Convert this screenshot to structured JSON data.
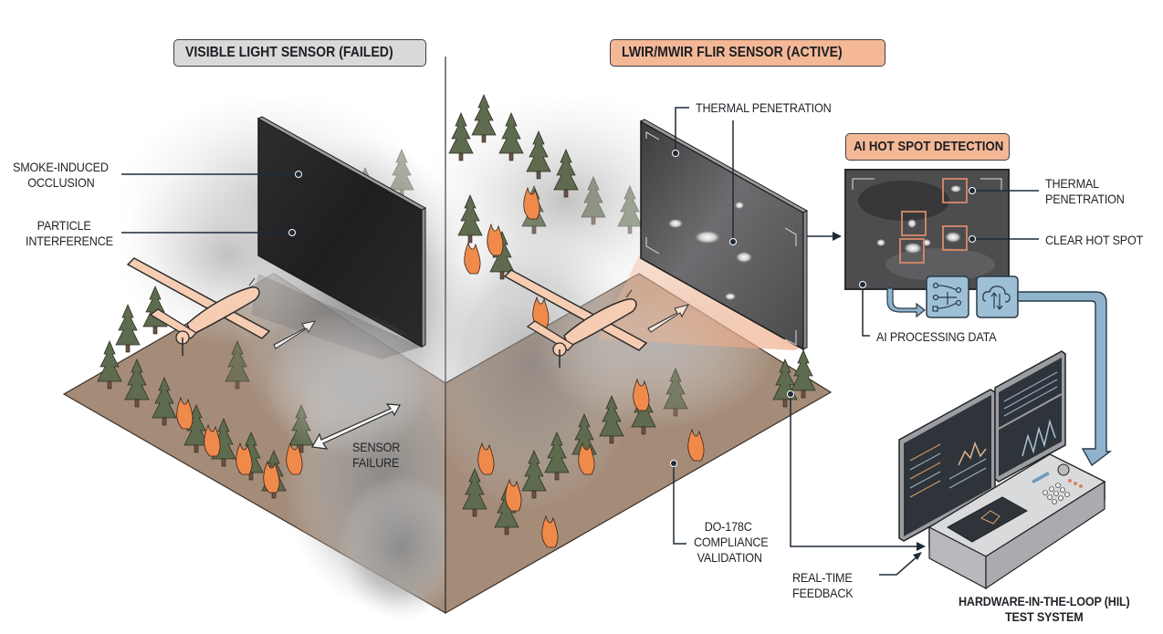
{
  "headers": {
    "visible_sensor": "VISIBLE LIGHT SENSOR (FAILED)",
    "flir_sensor": "LWIR/MWIR FLIR SENSOR (ACTIVE)",
    "ai_detection": "AI HOT SPOT DETECTION"
  },
  "left_panel": {
    "callouts": [
      {
        "line1": "SMOKE-INDUCED",
        "line2": "OCCLUSION"
      },
      {
        "line1": "PARTICLE",
        "line2": "INTERFERENCE"
      }
    ],
    "sensor_failure": {
      "line1": "SENSOR",
      "line2": "FAILURE"
    }
  },
  "right_panel": {
    "thermal_penetration": "THERMAL PENETRATION",
    "compliance": {
      "line1": "DO-178C",
      "line2": "COMPLIANCE",
      "line3": "VALIDATION"
    },
    "realtime": {
      "line1": "REAL-TIME",
      "line2": "FEEDBACK"
    }
  },
  "ai_panel": {
    "callouts": [
      {
        "line1": "THERMAL",
        "line2": "PENETRATION"
      },
      {
        "line1": "CLEAR HOT SPOT"
      }
    ],
    "processing": "AI PROCESSING DATA",
    "pipeline_icons": [
      "neural-network-icon",
      "cloud-sync-icon"
    ]
  },
  "hil": {
    "line1": "HARDWARE-IN-THE-LOOP (HIL)",
    "line2": "TEST SYSTEM"
  },
  "colors": {
    "failed_badge": "#d9d9d9",
    "active_badge": "#f4b896",
    "drone": "#f6cdb2",
    "fire": "#f08a4b",
    "tree": "#5f6b4e",
    "ground": "#a48c79",
    "pipeline": "#8fb3cc",
    "line": "#1f2a38"
  }
}
